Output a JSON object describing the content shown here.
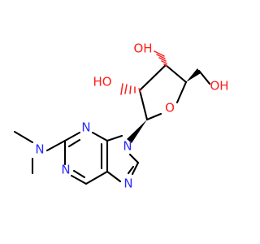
{
  "molecule": {
    "atoms": [
      {
        "id": "n1",
        "label": "N",
        "color": "#2a2aff"
      },
      {
        "id": "n3",
        "label": "N",
        "color": "#2a2aff"
      },
      {
        "id": "n7",
        "label": "N",
        "color": "#2a2aff"
      },
      {
        "id": "n9",
        "label": "N",
        "color": "#2a2aff"
      },
      {
        "id": "nme2",
        "label": "N",
        "color": "#2a2aff"
      },
      {
        "id": "o_ring",
        "label": "O",
        "color": "#ff1d1d"
      },
      {
        "id": "o2",
        "label": "HO",
        "color": "#ff1d1d"
      },
      {
        "id": "o3",
        "label": "OH",
        "color": "#ff1d1d"
      },
      {
        "id": "o5",
        "label": "OH",
        "color": "#ff1d1d"
      }
    ],
    "colors": {
      "carbon_bond": "#000000",
      "nitrogen": "#2a2aff",
      "oxygen": "#ff1d1d",
      "background": "#ffffff"
    }
  }
}
